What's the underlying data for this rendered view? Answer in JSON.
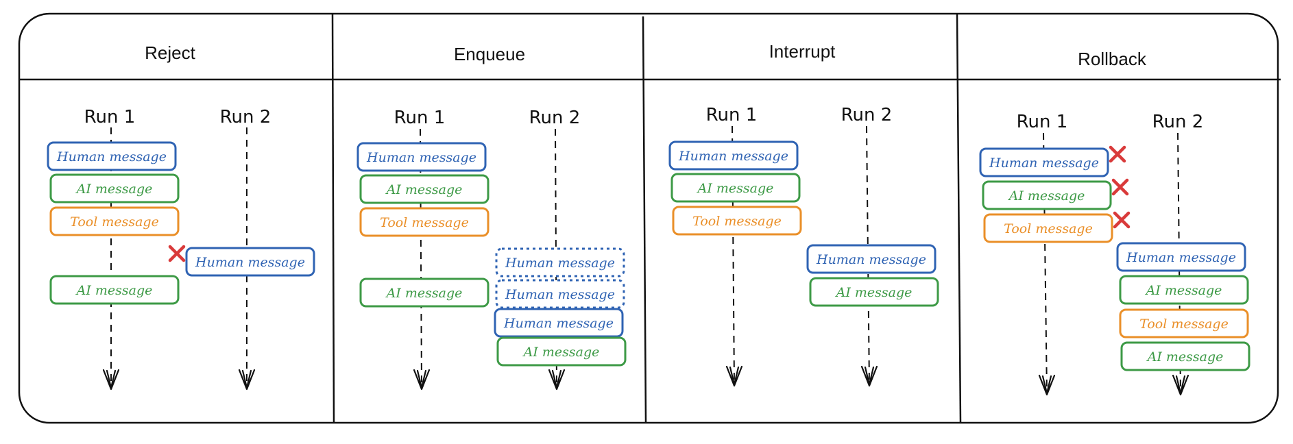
{
  "colors": {
    "human": "#2f63b3",
    "ai": "#3d9a46",
    "tool": "#ea8f28",
    "cross": "#d93a3a",
    "line": "#111111"
  },
  "panels": [
    {
      "title": "Reject",
      "run1": "Run 1",
      "run2": "Run 2",
      "run1_msgs": [
        {
          "type": "human",
          "text": "Human message"
        },
        {
          "type": "ai",
          "text": "AI message"
        },
        {
          "type": "tool",
          "text": "Tool message"
        },
        {
          "type": "ai",
          "text": "AI message"
        }
      ],
      "run2_msgs": [
        {
          "type": "human",
          "text": "Human message",
          "rejected": true
        }
      ]
    },
    {
      "title": "Enqueue",
      "run1": "Run 1",
      "run2": "Run 2",
      "run1_msgs": [
        {
          "type": "human",
          "text": "Human message"
        },
        {
          "type": "ai",
          "text": "AI message"
        },
        {
          "type": "tool",
          "text": "Tool message"
        },
        {
          "type": "ai",
          "text": "AI message"
        }
      ],
      "run2_msgs": [
        {
          "type": "human",
          "text": "Human message",
          "queued": true
        },
        {
          "type": "human",
          "text": "Human message",
          "queued": true
        },
        {
          "type": "human",
          "text": "Human message"
        },
        {
          "type": "ai",
          "text": "AI message"
        }
      ]
    },
    {
      "title": "Interrupt",
      "run1": "Run 1",
      "run2": "Run 2",
      "run1_msgs": [
        {
          "type": "human",
          "text": "Human message"
        },
        {
          "type": "ai",
          "text": "AI message"
        },
        {
          "type": "tool",
          "text": "Tool message"
        }
      ],
      "run2_msgs": [
        {
          "type": "human",
          "text": "Human message"
        },
        {
          "type": "ai",
          "text": "AI message"
        }
      ]
    },
    {
      "title": "Rollback",
      "run1": "Run 1",
      "run2": "Run 2",
      "run1_msgs": [
        {
          "type": "human",
          "text": "Human message",
          "removed": true
        },
        {
          "type": "ai",
          "text": "AI message",
          "removed": true
        },
        {
          "type": "tool",
          "text": "Tool message",
          "removed": true
        }
      ],
      "run2_msgs": [
        {
          "type": "human",
          "text": "Human message"
        },
        {
          "type": "ai",
          "text": "AI message"
        },
        {
          "type": "tool",
          "text": "Tool message"
        },
        {
          "type": "ai",
          "text": "AI message"
        }
      ]
    }
  ]
}
